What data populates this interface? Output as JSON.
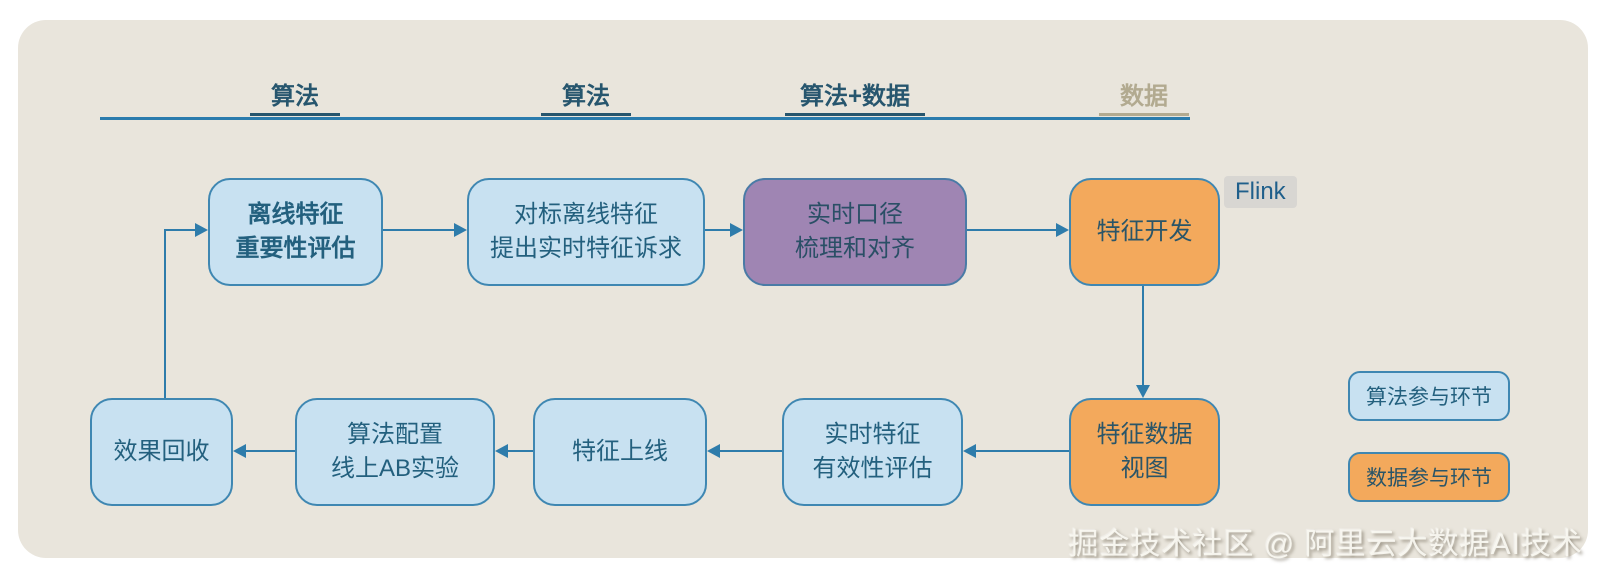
{
  "colors": {
    "canvas_bg": "#e9e5dc",
    "algo_fill": "#c8e1f1",
    "mixed_fill": "#9f85b3",
    "data_fill": "#f3a95c",
    "border": "#3f87b2",
    "arrow": "#2e7cab",
    "header_text": "#27566e",
    "header_muted": "#b2aa90",
    "node_text": "#23607e"
  },
  "column_headers": {
    "col1": "算法",
    "col2": "算法",
    "col3": "算法+数据",
    "col4": "数据"
  },
  "nodes": {
    "offline_importance": {
      "line1": "离线特征",
      "line2": "重要性评估",
      "type": "algo"
    },
    "benchmark_demand": {
      "line1": "对标离线特征",
      "line2": "提出实时特征诉求",
      "type": "algo"
    },
    "realtime_caliber": {
      "line1": "实时口径",
      "line2": "梳理和对齐",
      "type": "mixed"
    },
    "feature_dev": {
      "line1": "特征开发",
      "type": "data"
    },
    "effect_recycle": {
      "line1": "效果回收",
      "type": "algo"
    },
    "algo_config_ab": {
      "line1": "算法配置",
      "line2": "线上AB实验",
      "type": "algo"
    },
    "feature_online": {
      "line1": "特征上线",
      "type": "algo"
    },
    "realtime_validity": {
      "line1": "实时特征",
      "line2": "有效性评估",
      "type": "algo"
    },
    "feature_data_view": {
      "line1": "特征数据",
      "line2": "视图",
      "type": "data"
    }
  },
  "flink_badge": "Flink",
  "legend": {
    "algo": "算法参与环节",
    "data": "数据参与环节"
  },
  "watermark": "掘金技术社区 @ 阿里云大数据AI技术"
}
